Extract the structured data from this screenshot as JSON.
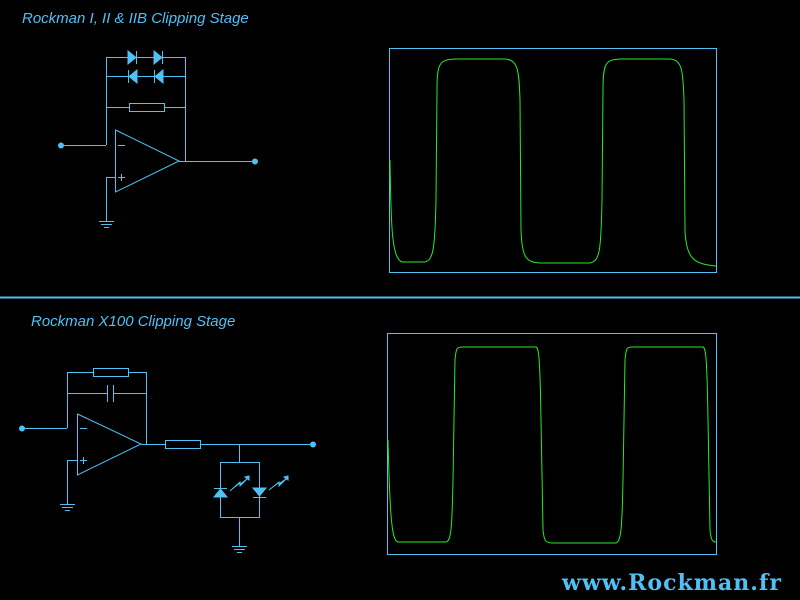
{
  "top": {
    "title": "Rockman I, II & IIB Clipping Stage"
  },
  "bottom": {
    "title": "Rockman X100 Clipping Stage"
  },
  "footer": {
    "logo": "www.Rockman.fr"
  },
  "colors": {
    "circuit": "#4fc1f4",
    "waveform": "#22ee22",
    "background": "#000000"
  }
}
